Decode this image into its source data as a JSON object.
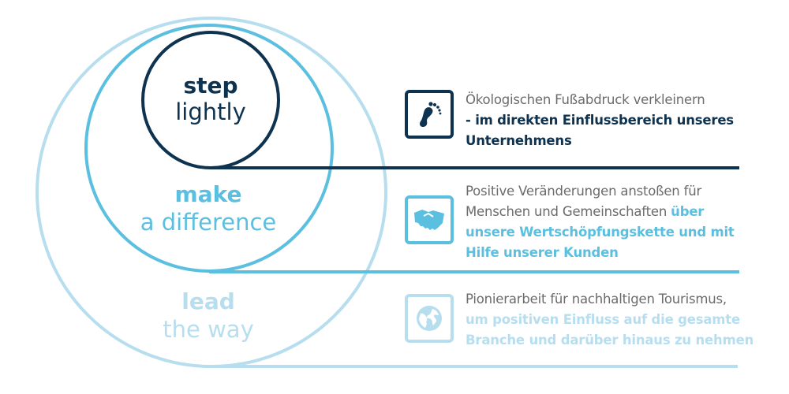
{
  "colors": {
    "dark": "#0d3350",
    "mid": "#5bbfe0",
    "light": "#b6deef",
    "gray": "#6b6b6b"
  },
  "circles": [
    {
      "bold": "step",
      "light": "lightly"
    },
    {
      "bold": "make",
      "light": "a difference"
    },
    {
      "bold": "lead",
      "light": "the way"
    }
  ],
  "items": [
    {
      "icon": "footprint-icon",
      "normal": "Ökologischen Fußabdruck verkleinern",
      "emph": "- im direkten Einflussbereich unseres Unternehmens"
    },
    {
      "icon": "handshake-icon",
      "normal": "Positive Veränderungen anstoßen für Menschen und Gemeinschaften",
      "emph": "über unsere Wertschöpfungskette und mit Hilfe unserer Kunden"
    },
    {
      "icon": "globe-icon",
      "normal": "Pionierarbeit für nachhaltigen Tourismus,",
      "emph": "um positiven Einfluss auf die gesamte Branche und darüber hinaus zu nehmen"
    }
  ]
}
